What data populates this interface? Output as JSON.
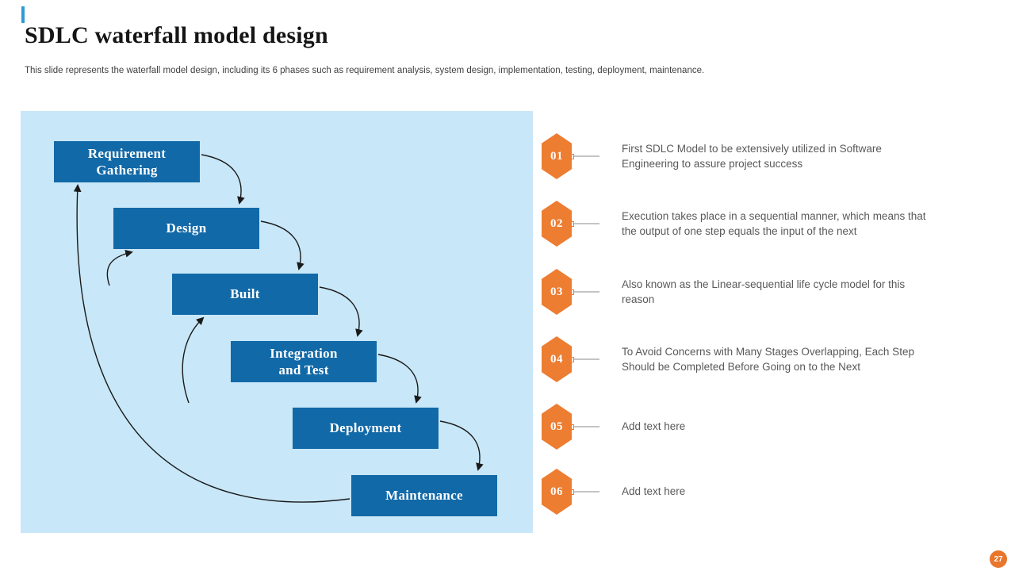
{
  "header": {
    "title": "SDLC waterfall model design",
    "subtitle": "This slide represents the waterfall model design, including its 6 phases such as requirement analysis, system design, implementation, testing, deployment, maintenance."
  },
  "diagram": {
    "boxes": [
      {
        "lines": [
          "Requirement",
          "Gathering"
        ]
      },
      {
        "lines": [
          "Design"
        ]
      },
      {
        "lines": [
          "Built"
        ]
      },
      {
        "lines": [
          "Integration",
          "and Test"
        ]
      },
      {
        "lines": [
          "Deployment"
        ]
      },
      {
        "lines": [
          "Maintenance"
        ]
      }
    ]
  },
  "points": [
    {
      "number": "01",
      "text": "First SDLC Model to be extensively utilized in Software Engineering to assure project success"
    },
    {
      "number": "02",
      "text": "Execution takes place in a sequential manner, which means that the output of one step equals the input of the next"
    },
    {
      "number": "03",
      "text": "Also known as the Linear-sequential life cycle model for this reason"
    },
    {
      "number": "04",
      "text": "To Avoid Concerns with Many Stages Overlapping, Each Step Should be Completed Before Going on to the Next"
    },
    {
      "number": "05",
      "text": "Add text here"
    },
    {
      "number": "06",
      "text": "Add text here"
    }
  ],
  "footer": {
    "page_number": "27"
  },
  "colors": {
    "accent_orange": "#ed7d31",
    "box_blue": "#1269a7",
    "panel_blue": "#c8e7f8",
    "body_gray": "#595959",
    "arrow_black": "#1a1a1a"
  }
}
